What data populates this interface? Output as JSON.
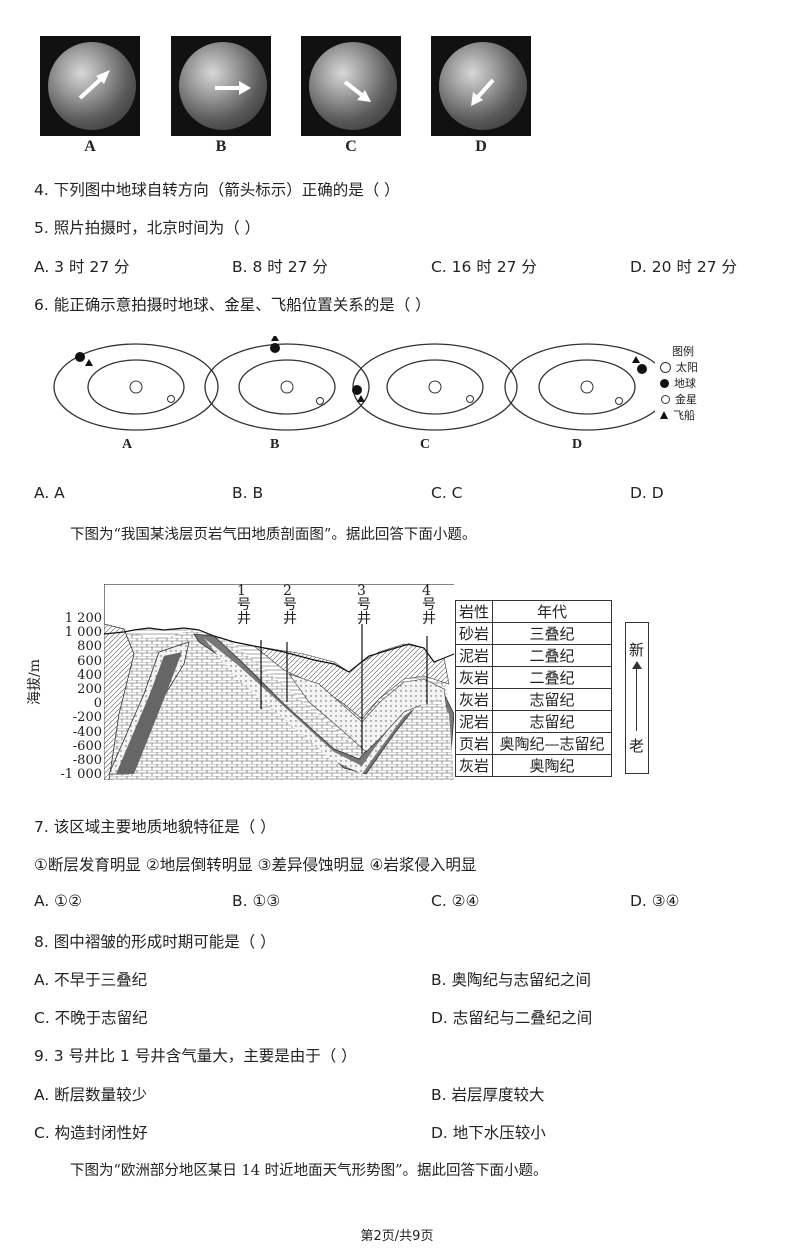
{
  "earth_photos": [
    {
      "label": "A",
      "arrow": "up-right"
    },
    {
      "label": "B",
      "arrow": "right"
    },
    {
      "label": "C",
      "arrow": "down-right"
    },
    {
      "label": "D",
      "arrow": "down-left"
    }
  ],
  "q4": {
    "text": "4.  下列图中地球自转方向（箭头标示）正确的是（      ）"
  },
  "q5": {
    "text": "5.  照片拍摄时，北京时间为（      ）",
    "options": [
      "A. 3 时 27 分",
      "B. 8 时 27 分",
      "C. 16 时 27 分",
      "D. 20 时 27 分"
    ]
  },
  "q6": {
    "text": "6.  能正确示意拍摄时地球、金星、飞船位置关系的是（      ）",
    "orbit_labels": [
      "A",
      "B",
      "C",
      "D"
    ],
    "legend": {
      "title": "图例",
      "items": [
        "太阳",
        "地球",
        "金星",
        "飞船"
      ]
    },
    "options": [
      "A. A",
      "B. B",
      "C. C",
      "D. D"
    ]
  },
  "intro1": "下图为“我国某浅层页岩气田地质剖面图”。据此回答下面小题。",
  "section": {
    "ylabel": "海拔/m",
    "yticks": [
      "1 200",
      "1 000",
      "800",
      "600",
      "400",
      "200",
      "0",
      "-200",
      "-400",
      "-600",
      "-800",
      "-1 000"
    ],
    "wells": [
      "1\n号\n井",
      "2\n号\n井",
      "3\n号\n井",
      "4\n号\n井"
    ],
    "table_header": [
      "岩性",
      "年代"
    ],
    "table_rows": [
      [
        "砂岩",
        "三叠纪"
      ],
      [
        "泥岩",
        "二叠纪"
      ],
      [
        "灰岩",
        "二叠纪"
      ],
      [
        "灰岩",
        "志留纪"
      ],
      [
        "泥岩",
        "志留纪"
      ],
      [
        "页岩",
        "奥陶纪—志留纪"
      ],
      [
        "灰岩",
        "奥陶纪"
      ]
    ],
    "arrow_top": "新",
    "arrow_bottom": "老"
  },
  "q7": {
    "text": "7.  该区域主要地质地貌特征是（      ）",
    "statements": "①断层发育明显        ②地层倒转明显        ③差异侵蚀明显        ④岩浆侵入明显",
    "options": [
      "A. ①②",
      "B. ①③",
      "C. ②④",
      "D. ③④"
    ]
  },
  "q8": {
    "text": "8.  图中褶皱的形成时期可能是（      ）",
    "options": [
      "A.  不早于三叠纪",
      "B.  奥陶纪与志留纪之间",
      "C.  不晚于志留纪",
      "D.  志留纪与二叠纪之间"
    ]
  },
  "q9": {
    "text": "9. 3 号井比 1 号井含气量大，主要是由于（      ）",
    "options": [
      "A.  断层数量较少",
      "B.  岩层厚度较大",
      "C.  构造封闭性好",
      "D.  地下水压较小"
    ]
  },
  "intro2": "下图为“欧洲部分地区某日 14 时近地面天气形势图”。据此回答下面小题。",
  "footer": "第2页/共9页"
}
